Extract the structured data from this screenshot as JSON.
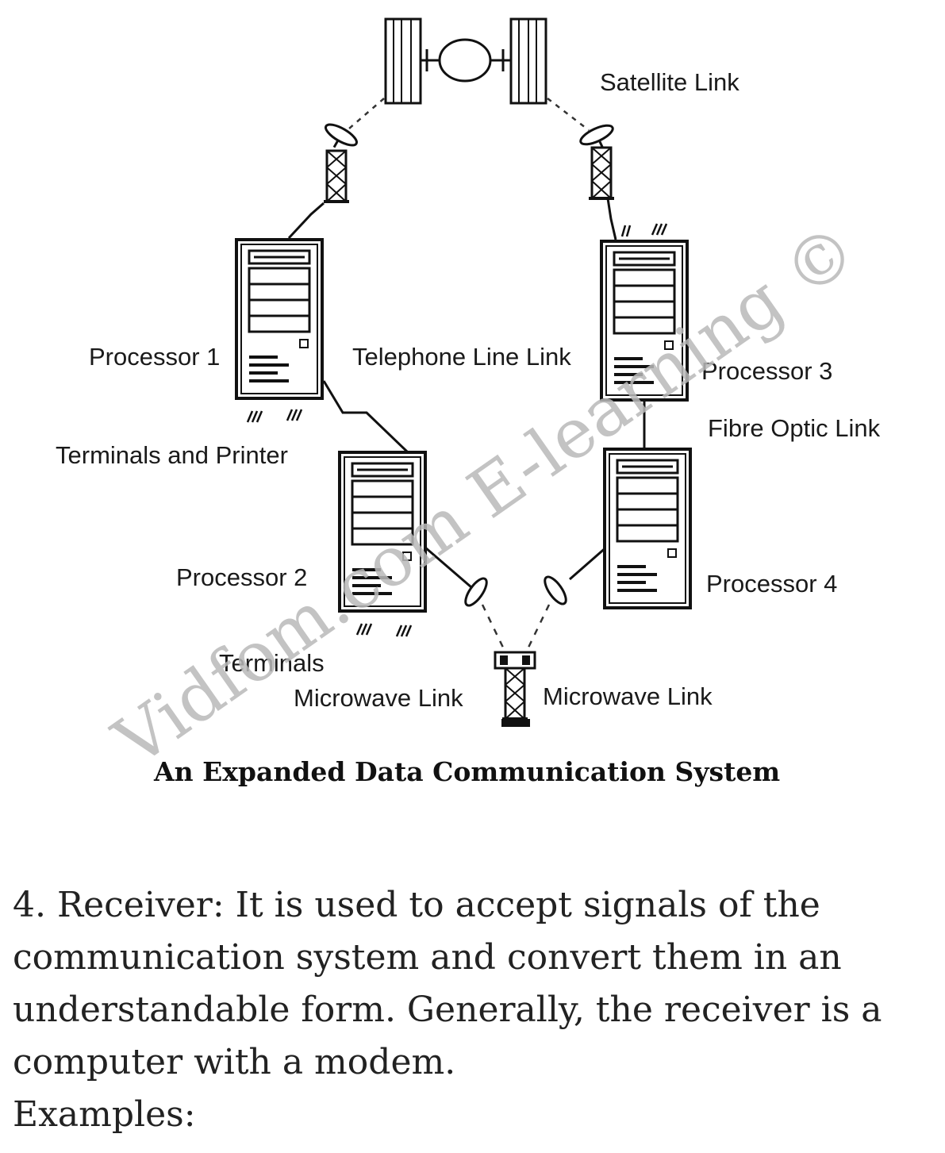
{
  "diagram": {
    "labels": {
      "satellite_link": "Satellite Link",
      "processor_1": "Processor 1",
      "telephone_line_link": "Telephone Line Link",
      "processor_3": "Processor 3",
      "fibre_optic_link": "Fibre Optic Link",
      "terminals_and_printer": "Terminals and Printer",
      "processor_2": "Processor 2",
      "processor_4": "Processor 4",
      "terminals": "Terminals",
      "microwave_link_left": "Microwave Link",
      "microwave_link_right": "Microwave Link"
    },
    "caption": "An Expanded Data Communication System",
    "watermark": "Vidfom.com E-learning ©"
  },
  "article": {
    "paragraph": "4. Receiver: It is used to accept signals of the communication system and convert them in an understandable form. Generally, the receiver is a computer with a modem.",
    "examples_label": "Examples:"
  }
}
